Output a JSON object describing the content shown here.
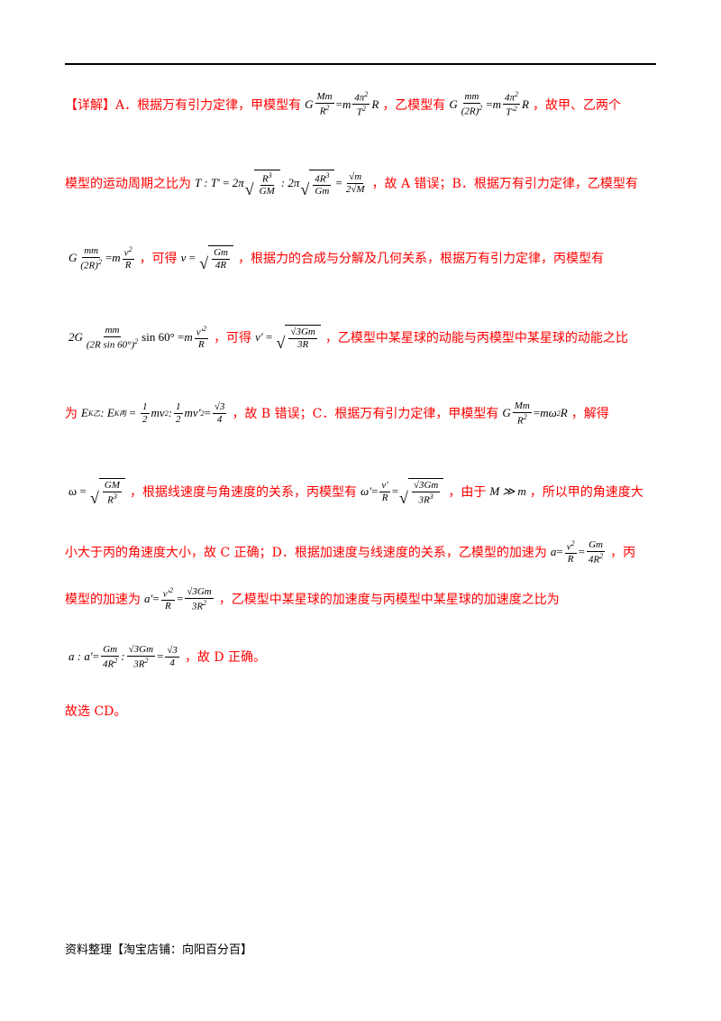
{
  "document": {
    "lines": [
      [
        "【详解】A．根据万有引力定律，甲模型有",
        "，乙模型有",
        "，故甲、乙两个"
      ],
      [
        "模型的运动周期之比为",
        "，故 A 错误；B．根据万有引力定律，乙模型有"
      ],
      [
        "",
        "，可得",
        "，根据力的合成与分解及几何关系，根据万有引力定律，丙模型有"
      ],
      [
        "",
        "，可得",
        "，乙模型中某星球的动能与丙模型中某星球的动能之比"
      ],
      [
        "为",
        "，故 B 错误；C．根据万有引力定律，甲模型有",
        "，解得"
      ],
      [
        "",
        "，根据线速度与角速度的关系，丙模型有",
        "，由于",
        "，所以甲的角速度大"
      ],
      [
        "小大于丙的角速度大小，故 C 正确；D．根据加速度与线速度的关系，乙模型的加速为",
        "，丙"
      ],
      [
        "模型的加速为",
        "，乙模型中某星球的加速度与丙模型中某星球的加速度之比为"
      ],
      [
        "",
        "，故 D 正确。"
      ],
      [
        "故选 CD。"
      ]
    ],
    "footer": "资料整理【淘宝店铺：向阳百分百】"
  }
}
